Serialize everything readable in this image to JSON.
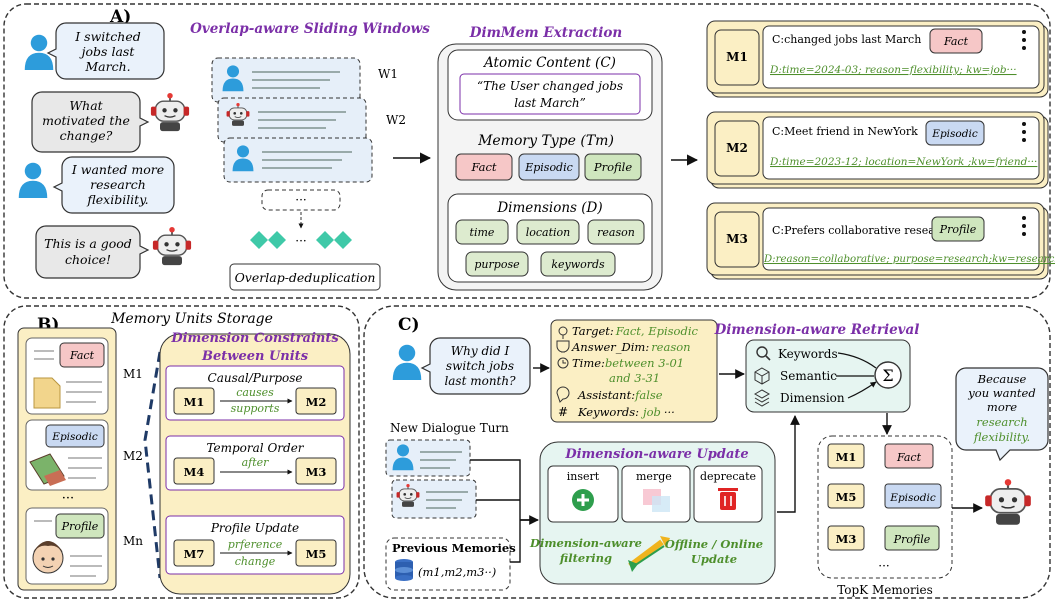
{
  "panel_a": {
    "label": "A)",
    "sliding_title": "Overlap-aware Sliding Windows",
    "dimmem_title": "DimMem Extraction",
    "chat": [
      {
        "role": "user",
        "lines": [
          "I switched",
          "jobs last",
          "March."
        ]
      },
      {
        "role": "assistant",
        "lines": [
          "What",
          "motivated the",
          "change?"
        ]
      },
      {
        "role": "user",
        "lines": [
          "I wanted more",
          "research",
          "flexibility."
        ]
      },
      {
        "role": "assistant",
        "lines": [
          "This is a good",
          "choice!"
        ]
      }
    ],
    "windows": [
      "W1",
      "W2"
    ],
    "ellipsis": "···",
    "dedup_label": "Overlap-deduplication",
    "atomic_title": "Atomic Content (C)",
    "atomic_quote_line1": "“The User changed jobs",
    "atomic_quote_line2": "last March”",
    "memtype_title": "Memory Type  (Tm)",
    "memtypes": [
      "Fact",
      "Episodic",
      "Profile"
    ],
    "dimensions_title": "Dimensions (D)",
    "dimensions": [
      "time",
      "location",
      "reason",
      "purpose",
      "keywords"
    ],
    "memory_cards": [
      {
        "id": "M1",
        "content": "C:changed jobs last March",
        "type": "Fact",
        "dims": "D:time=2024-03;  reason=flexibility;  kw=job···"
      },
      {
        "id": "M2",
        "content": "C:Meet friend in NewYork",
        "type": "Episodic",
        "dims": "D:time=2023-12;  location=NewYork ;kw=friend···"
      },
      {
        "id": "M3",
        "content": "C:Prefers collaborative research",
        "type": "Profile",
        "dims": "D:reason=collaborative;  purpose=research;kw=research···"
      }
    ]
  },
  "panel_b": {
    "label": "B)",
    "title": "Memory Units Storage",
    "units": [
      "Fact",
      "Episodic",
      "Profile"
    ],
    "ellipsis": "···",
    "m_labels": [
      "M1",
      "M2",
      "Mn"
    ],
    "constraints_title_line1": "Dimension Constraints",
    "constraints_title_line2": "Between Units",
    "constraints": [
      {
        "title": "Causal/Purpose",
        "from": "M1",
        "to": "M2",
        "rel1": "causes",
        "rel2": "supports"
      },
      {
        "title": "Temporal Order",
        "from": "M4",
        "to": "M3",
        "rel1": "after",
        "rel2": ""
      },
      {
        "title": "Profile Update",
        "from": "M7",
        "to": "M5",
        "rel1": "prference",
        "rel2": "change"
      }
    ]
  },
  "panel_c": {
    "label": "C)",
    "query_lines": [
      "Why did I",
      "switch jobs",
      "last month?"
    ],
    "target_label": "Target:",
    "target_value": "Fact, Episodic",
    "answer_label": "Answer_Dim:",
    "answer_value": "reason",
    "time_label": "Time:",
    "time_value1": "between 3-01",
    "time_value2": "and 3-31",
    "assistant_label": "Assistant:",
    "assistant_value": "false",
    "keywords_label": "Keywords:",
    "keywords_value": "job",
    "keywords_tail": "···",
    "retrieval_title": "Dimension-aware Retrieval",
    "retrieval_items": [
      "Keywords",
      "Semantic",
      "Dimension"
    ],
    "sigma": "Σ",
    "new_turn_label": "New Dialogue Turn",
    "prev_mem_label": "Previous Memories",
    "prev_mem_value": "(m1,m2,m3··)",
    "update_title": "Dimension-aware Update",
    "update_ops": [
      "insert",
      "merge",
      "deprecate"
    ],
    "filter_line1": "Dimension-aware",
    "filter_line2": "filtering",
    "offline_line1": "Offline / Online",
    "offline_line2": "Update",
    "topk": [
      {
        "id": "M1",
        "type": "Fact"
      },
      {
        "id": "M5",
        "type": "Episodic"
      },
      {
        "id": "M3",
        "type": "Profile"
      }
    ],
    "topk_ellipsis": "···",
    "topk_label": "TopK Memories",
    "answer_lines": [
      "Because",
      "you wanted",
      "more"
    ],
    "answer_green": [
      "research",
      "flexibility."
    ]
  },
  "colors": {
    "purple": "#7B2FA8",
    "green": "#4E8F2C",
    "fact": "#F6C7C7",
    "episodic": "#C9D9F2",
    "profile": "#CFE6BE",
    "cream": "#FBEFC4",
    "cyan": "#3FC9A8",
    "user_blue": "#2D9CDB"
  }
}
